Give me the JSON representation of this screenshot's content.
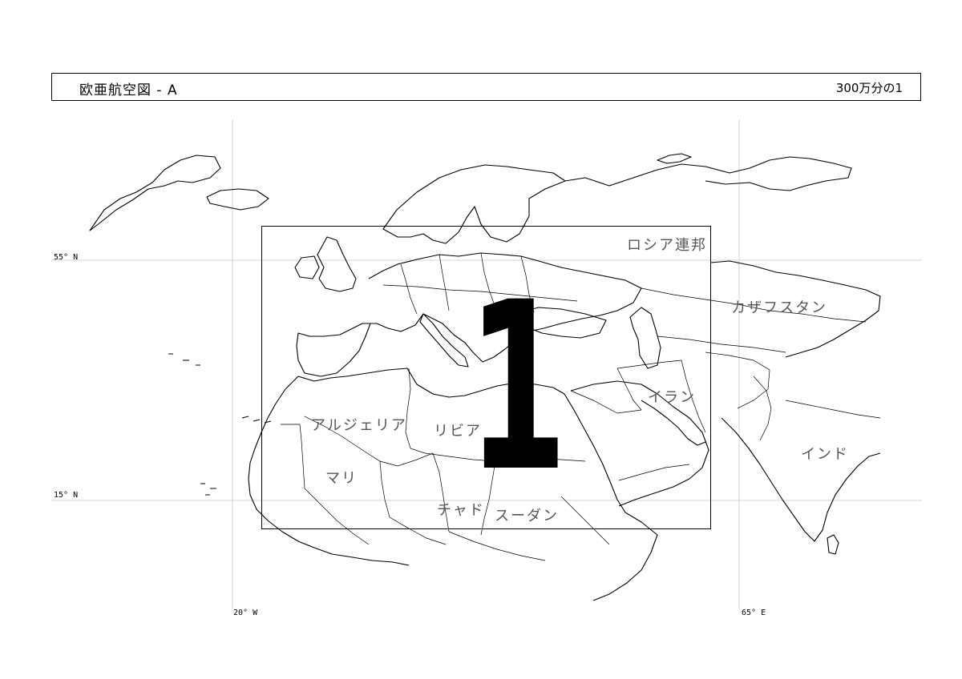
{
  "header": {
    "title": "欧亜航空図 - A",
    "scale": "300万分の1"
  },
  "coordinates": {
    "lat_55": "55° N",
    "lat_15": "15° N",
    "lon_20w": "20° W",
    "lon_65e": "65° E"
  },
  "sheet": {
    "number": "1"
  },
  "countries": {
    "russia": "ロシア連邦",
    "kazakhstan": "カザフスタン",
    "iran": "イラン",
    "india": "インド",
    "algeria": "アルジェリア",
    "libya": "リビア",
    "mali": "マリ",
    "chad": "チャド",
    "sudan": "スーダン"
  }
}
